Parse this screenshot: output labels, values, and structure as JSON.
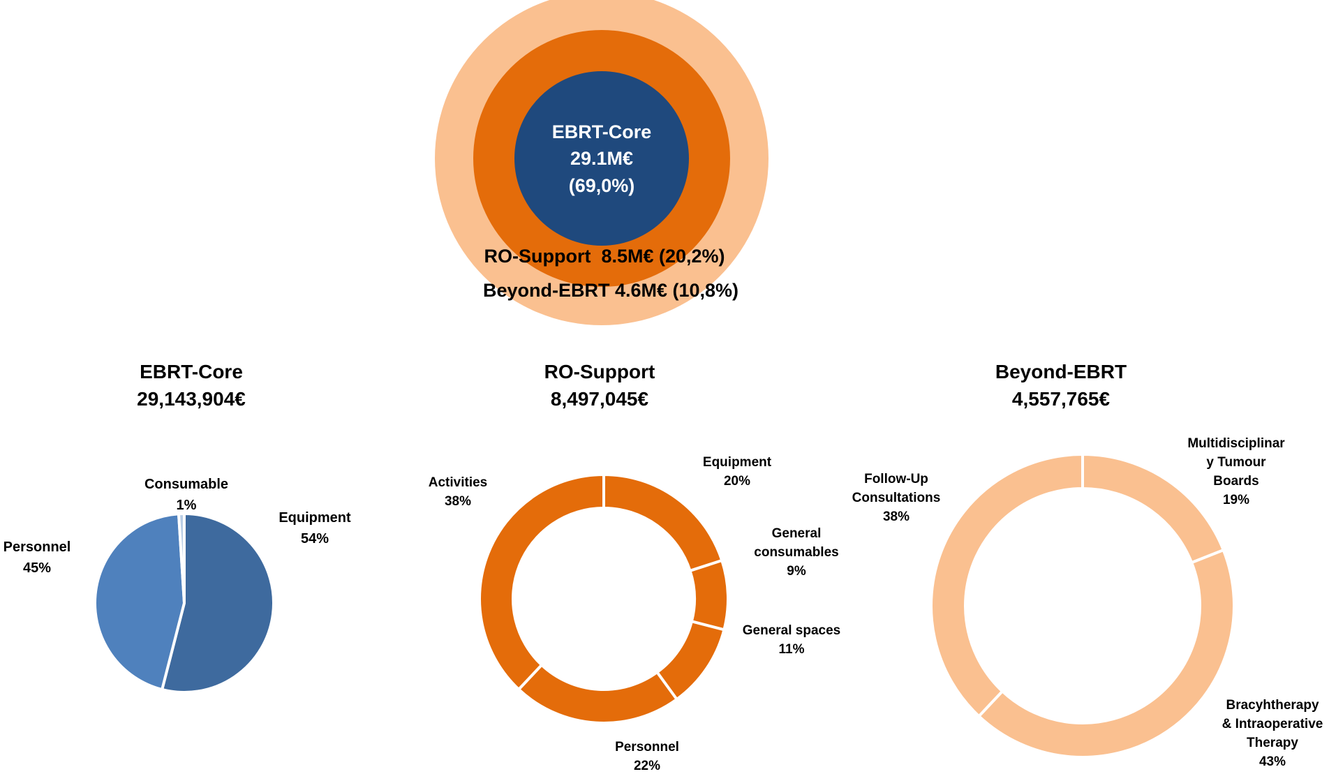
{
  "chart_data": [
    {
      "type": "pie",
      "variant": "concentric-circles",
      "rings": [
        {
          "name": "EBRT-Core",
          "value_label": "29.1M€",
          "share_label": "(69,0%)",
          "share": 69.0,
          "color": "#1f497d"
        },
        {
          "name": "RO-Support",
          "text": "RO-Support  8.5M€ (20,2%)",
          "share": 20.2,
          "color": "#e46c0a"
        },
        {
          "name": "Beyond-EBRT",
          "text": "Beyond-EBRT 4.6M€ (10,8%)",
          "share": 10.8,
          "color": "#fac090"
        }
      ]
    },
    {
      "type": "pie",
      "title": "EBRT-Core",
      "subtitle": "29,143,904€",
      "slices": [
        {
          "label": "Equipment",
          "percent_label": "54%",
          "value": 54,
          "color": "#3e6a9e"
        },
        {
          "label": "Personnel",
          "percent_label": "45%",
          "value": 45,
          "color": "#4f81bd"
        },
        {
          "label": "Consumable",
          "percent_label": "1%",
          "value": 1,
          "color": "#b9cde5"
        }
      ]
    },
    {
      "type": "pie",
      "variant": "donut",
      "title": "RO-Support",
      "subtitle": "8,497,045€",
      "color": "#e46c0a",
      "slices": [
        {
          "label_lines": [
            "Equipment"
          ],
          "percent_label": "20%",
          "value": 20
        },
        {
          "label_lines": [
            "General",
            "consumables"
          ],
          "percent_label": "9%",
          "value": 9
        },
        {
          "label_lines": [
            "General spaces"
          ],
          "percent_label": "11%",
          "value": 11
        },
        {
          "label_lines": [
            "Personnel"
          ],
          "percent_label": "22%",
          "value": 22
        },
        {
          "label_lines": [
            "Activities"
          ],
          "percent_label": "38%",
          "value": 38
        }
      ]
    },
    {
      "type": "pie",
      "variant": "donut",
      "title": "Beyond-EBRT",
      "subtitle": "4,557,765€",
      "color": "#fac090",
      "slices": [
        {
          "label_lines": [
            "Multidisciplinar",
            "y Tumour",
            "Boards"
          ],
          "percent_label": "19%",
          "value": 19
        },
        {
          "label_lines": [
            "Bracyhtherapy",
            "& Intraoperative",
            "Therapy"
          ],
          "percent_label": "43%",
          "value": 43
        },
        {
          "label_lines": [
            "Follow-Up",
            "Consultations"
          ],
          "percent_label": "38%",
          "value": 38
        }
      ]
    }
  ]
}
